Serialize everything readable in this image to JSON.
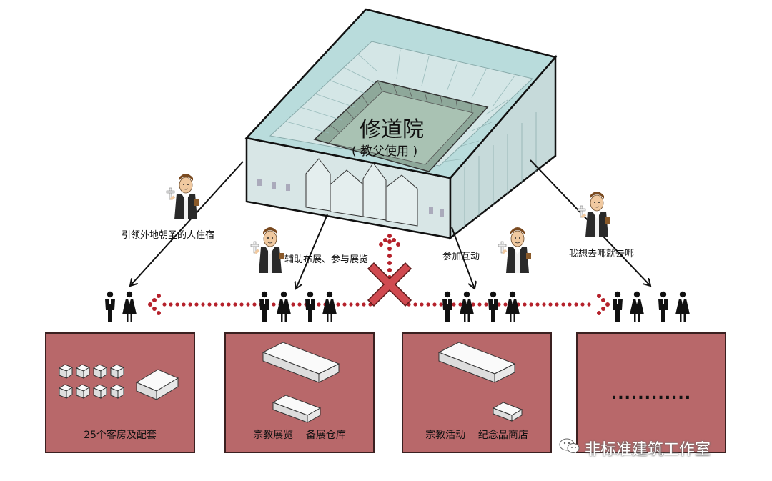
{
  "monastery": {
    "title": "修道院",
    "subtitle": "( 教父使用 )"
  },
  "priest_labels": {
    "lead_pilgrims": "引领外地朝圣的人住宿",
    "assist_exhibition": "辅助布展、参与展览",
    "join_interaction": "参加互动",
    "go_anywhere": "我想去哪就去哪"
  },
  "boxes": {
    "lodging": "25个客房及配套",
    "exhibition": "宗教展览    备展仓库",
    "activities": "宗教活动    纪念品商店",
    "other": "............"
  },
  "watermark": {
    "text": "非标准建筑工作室",
    "icon": "wechat-icon"
  },
  "colors": {
    "box_fill": "#b8686a",
    "dotted_arrow": "#b5212b",
    "cross": "#d04a50",
    "glass": "#b9dcdc"
  },
  "icons": {
    "person": "person-figure-icon",
    "priest": "priest-cartoon-icon",
    "forbidden": "red-cross-icon"
  }
}
